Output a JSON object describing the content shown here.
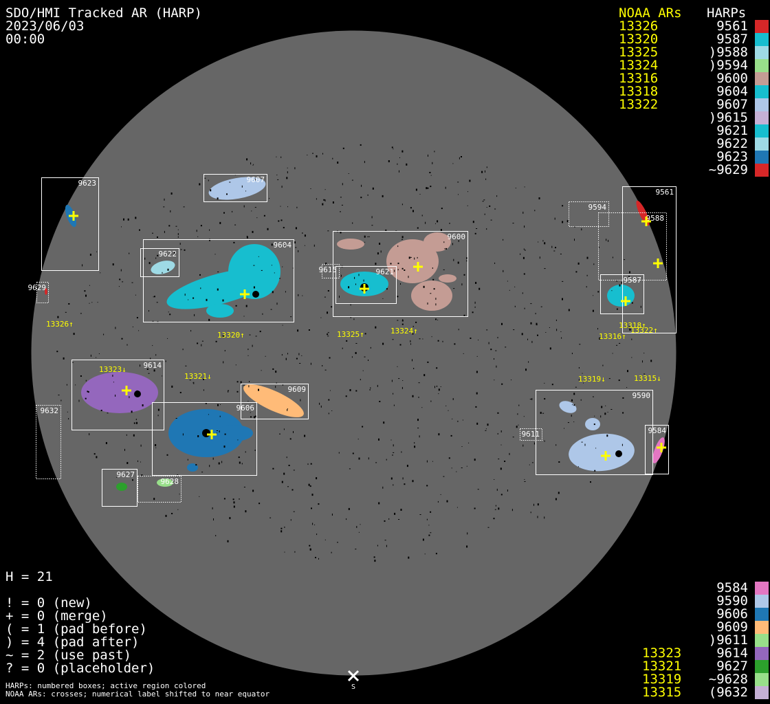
{
  "header": {
    "title": "SDO/HMI Tracked AR (HARP)",
    "date": "2023/06/03",
    "time": "00:00"
  },
  "legend_top": {
    "noaa_header": "NOAA ARs",
    "harp_header": "HARPs",
    "noaa": [
      "13326",
      "13320",
      "13325",
      "13324",
      "13316",
      "13318",
      "13322"
    ],
    "harps": [
      {
        "label": "9561",
        "color": "#d62728"
      },
      {
        "label": "9587",
        "color": "#17becf"
      },
      {
        "label": ")9588",
        "color": "#9edae5"
      },
      {
        "label": ")9594",
        "color": "#98df8a"
      },
      {
        "label": "9600",
        "color": "#c49c94"
      },
      {
        "label": "9604",
        "color": "#17becf"
      },
      {
        "label": "9607",
        "color": "#aec7e8"
      },
      {
        "label": ")9615",
        "color": "#c5b0d5"
      },
      {
        "label": "9621",
        "color": "#17becf"
      },
      {
        "label": "9622",
        "color": "#9edae5"
      },
      {
        "label": "9623",
        "color": "#1f77b4"
      },
      {
        "label": "~9629",
        "color": "#d62728"
      }
    ]
  },
  "legend_bottom": {
    "noaa": [
      "13323",
      "13321",
      "13319",
      "13315"
    ],
    "harps": [
      {
        "label": "9584",
        "color": "#e377c2"
      },
      {
        "label": "9590",
        "color": "#aec7e8"
      },
      {
        "label": "9606",
        "color": "#1f77b4"
      },
      {
        "label": "9609",
        "color": "#ffbb78"
      },
      {
        "label": ")9611",
        "color": "#98df8a"
      },
      {
        "label": "9614",
        "color": "#9467bd"
      },
      {
        "label": "9627",
        "color": "#2ca02c"
      },
      {
        "label": "~9628",
        "color": "#98df8a"
      },
      {
        "label": "(9632",
        "color": "#c5b0d5"
      }
    ]
  },
  "stats": {
    "h": "H = 21",
    "lines": [
      "! = 0 (new)",
      "+ = 0 (merge)",
      "( = 1 (pad before)",
      ") = 4 (pad after)",
      "~ = 2 (use past)",
      "? = 0 (placeholder)"
    ]
  },
  "footer": [
    "HARPs: numbered boxes; active region colored",
    "NOAA ARs: crosses; numerical label shifted to near equator"
  ],
  "disk": {
    "south_label": "S",
    "harp_boxes": [
      "9623",
      "9607",
      "9604",
      "9622",
      "9629",
      "9615",
      "9621",
      "9600",
      "9594",
      "9588",
      "9561",
      "9587",
      "9614",
      "9632",
      "9606",
      "9609",
      "9627",
      "9628",
      "9611",
      "9590",
      "9584"
    ],
    "noaa_labels": [
      "13326↑",
      "13320↑",
      "13325↑",
      "13324↑",
      "13318↑",
      "13322↑",
      "13316↑",
      "13323↓",
      "13321↓",
      "13319↓",
      "13315↓"
    ]
  },
  "colors": {
    "disk": "#666666",
    "noaa": "#ffff00",
    "box": "#ffffff"
  }
}
